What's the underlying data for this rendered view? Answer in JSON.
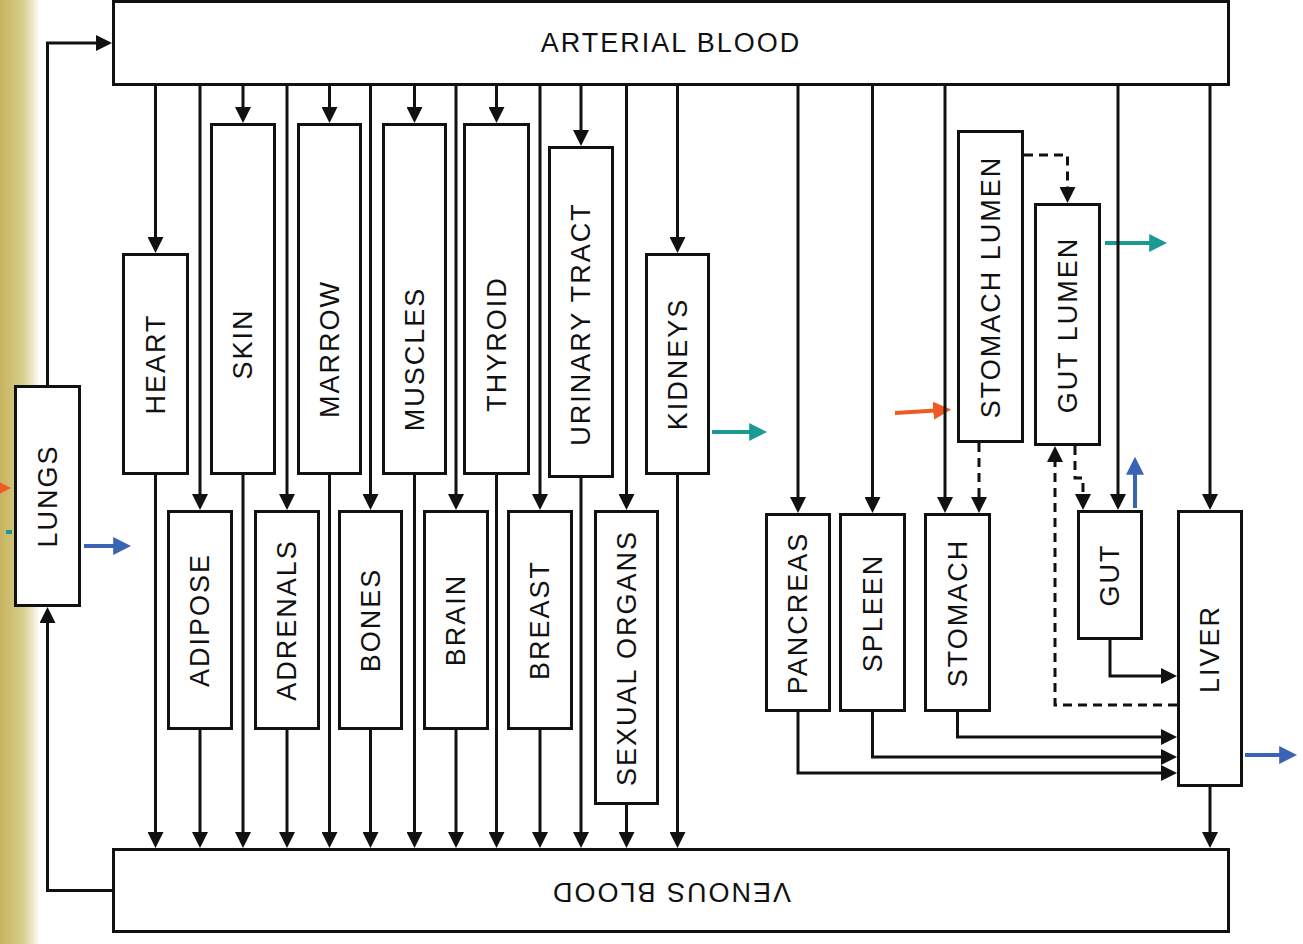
{
  "diagram": {
    "nodes": [
      {
        "text": [
          "ARTERIAL BLOOD"
        ]
      },
      {
        "text": [
          "LUNGS"
        ]
      },
      {
        "text": [
          "HEART"
        ]
      },
      {
        "text": [
          "ADIPOSE"
        ]
      },
      {
        "text": [
          "SKIN"
        ]
      },
      {
        "text": [
          "ADRENALS"
        ]
      },
      {
        "text": [
          "MARROW"
        ]
      },
      {
        "text": [
          "BONES"
        ]
      },
      {
        "text": [
          "MUSCLES"
        ]
      },
      {
        "text": [
          "BRAIN"
        ]
      },
      {
        "text": [
          "THYROID"
        ]
      },
      {
        "text": [
          "BREAST"
        ]
      },
      {
        "text": [
          "URINARY TRACT"
        ]
      },
      {
        "text": [
          "SEXUAL ORGANS"
        ]
      },
      {
        "text": [
          "KIDNEYS"
        ]
      },
      {
        "text": [
          "PANCREAS"
        ]
      },
      {
        "text": [
          "SPLEEN"
        ]
      },
      {
        "text": [
          "STOMACH LUMEN"
        ]
      },
      {
        "text": [
          "GUT LUMEN"
        ]
      },
      {
        "text": [
          "STOMACH"
        ]
      },
      {
        "text": [
          "GUT"
        ]
      },
      {
        "text": [
          "LIVER"
        ]
      },
      {
        "text": [
          "VENOUS BLOOD"
        ]
      }
    ],
    "edges": [
      {
        "from": 1,
        "to": 0,
        "arrow": "to"
      },
      {
        "from": 22,
        "to": 1,
        "arrow": "to"
      },
      {
        "from": 0,
        "to": 2,
        "arrow": "to"
      },
      {
        "from": 0,
        "to": 3,
        "arrow": "to"
      },
      {
        "from": 0,
        "to": 4,
        "arrow": "to"
      },
      {
        "from": 0,
        "to": 5,
        "arrow": "to"
      },
      {
        "from": 0,
        "to": 6,
        "arrow": "to"
      },
      {
        "from": 0,
        "to": 7,
        "arrow": "to"
      },
      {
        "from": 0,
        "to": 8,
        "arrow": "to"
      },
      {
        "from": 0,
        "to": 9,
        "arrow": "to"
      },
      {
        "from": 0,
        "to": 10,
        "arrow": "to"
      },
      {
        "from": 0,
        "to": 11,
        "arrow": "to"
      },
      {
        "from": 0,
        "to": 12,
        "arrow": "to"
      },
      {
        "from": 0,
        "to": 13,
        "arrow": "to"
      },
      {
        "from": 0,
        "to": 14,
        "arrow": "to"
      },
      {
        "from": 0,
        "to": 15,
        "arrow": "to"
      },
      {
        "from": 0,
        "to": 16,
        "arrow": "to"
      },
      {
        "from": 0,
        "to": 19,
        "arrow": "to"
      },
      {
        "from": 0,
        "to": 20,
        "arrow": "to"
      },
      {
        "from": 0,
        "to": 21,
        "arrow": "to"
      },
      {
        "from": 2,
        "to": 22,
        "arrow": "to"
      },
      {
        "from": 3,
        "to": 22,
        "arrow": "to"
      },
      {
        "from": 4,
        "to": 22,
        "arrow": "to"
      },
      {
        "from": 5,
        "to": 22,
        "arrow": "to"
      },
      {
        "from": 6,
        "to": 22,
        "arrow": "to"
      },
      {
        "from": 7,
        "to": 22,
        "arrow": "to"
      },
      {
        "from": 8,
        "to": 22,
        "arrow": "to"
      },
      {
        "from": 9,
        "to": 22,
        "arrow": "to"
      },
      {
        "from": 10,
        "to": 22,
        "arrow": "to"
      },
      {
        "from": 11,
        "to": 22,
        "arrow": "to"
      },
      {
        "from": 12,
        "to": 22,
        "arrow": "to"
      },
      {
        "from": 13,
        "to": 22,
        "arrow": "to"
      },
      {
        "from": 14,
        "to": 22,
        "arrow": "to"
      },
      {
        "from": 21,
        "to": 22,
        "arrow": "to"
      },
      {
        "from": 15,
        "to": 21,
        "arrow": "to"
      },
      {
        "from": 16,
        "to": 21,
        "arrow": "to"
      },
      {
        "from": 19,
        "to": 21,
        "arrow": "to"
      },
      {
        "from": 20,
        "to": 21,
        "arrow": "to"
      },
      {
        "from": 17,
        "to": 18,
        "arrow": "to"
      },
      {
        "from": 17,
        "to": 19,
        "arrow": "to"
      },
      {
        "from": 18,
        "to": 20,
        "arrow": "to"
      },
      {
        "from": 21,
        "to": 18,
        "arrow": "to"
      }
    ]
  }
}
